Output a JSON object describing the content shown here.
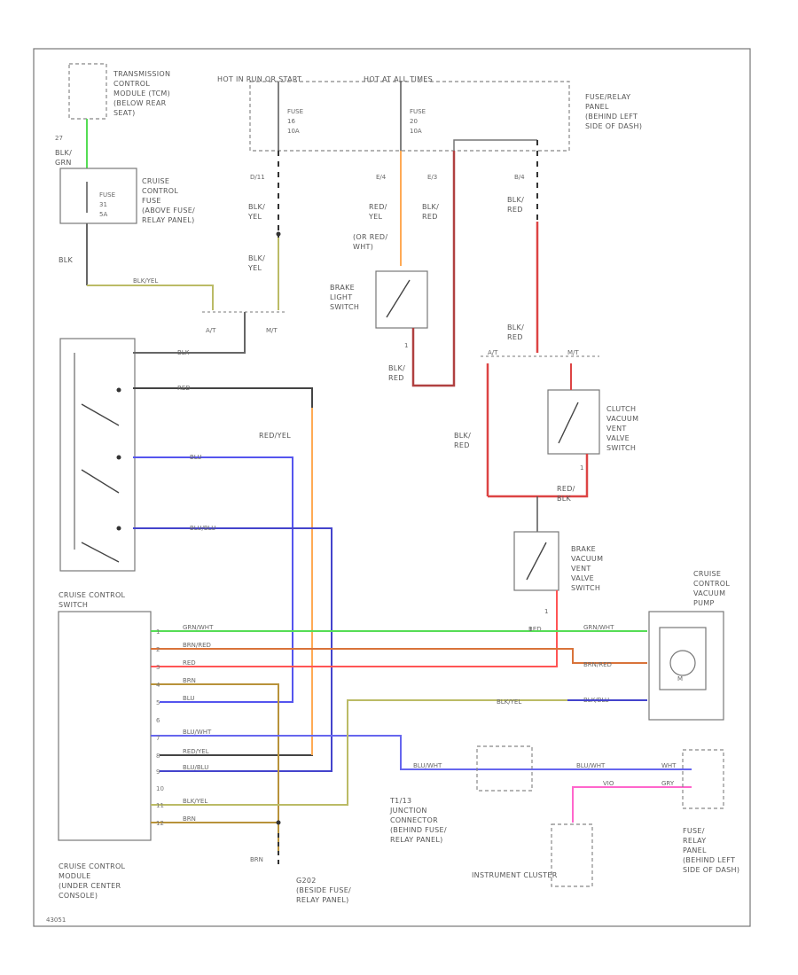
{
  "diagram": {
    "hot_label": "HOT IN RUN OR START",
    "hot_label2": "HOT AT ALL TIMES",
    "fuse_relay_panel": [
      "FUSE/RELAY",
      "PANEL",
      "(BEHIND LEFT",
      "SIDE OF DASH)"
    ],
    "tcm": [
      "TRANSMISSION",
      "CONTROL",
      "MODULE (TCM)",
      "(BELOW REAR",
      "SEAT)"
    ],
    "fuse_a": [
      "FUSE",
      "16",
      "10A"
    ],
    "fuse_b": [
      "FUSE",
      "20",
      "10A"
    ],
    "fuse_c": [
      "FUSE",
      "31",
      "5A"
    ],
    "cruise_fuse": [
      "CRUISE",
      "CONTROL",
      "FUSE",
      "(ABOVE FUSE/",
      "RELAY PANEL)"
    ],
    "brake_light_switch": [
      "BRAKE",
      "LIGHT",
      "SWITCH"
    ],
    "clutch_switch": [
      "CLUTCH",
      "VACUUM",
      "VENT",
      "VALVE",
      "SWITCH"
    ],
    "brake_vac_switch": [
      "BRAKE",
      "VACUUM",
      "VENT",
      "VALVE",
      "SWITCH"
    ],
    "cruise_pump": [
      "CRUISE",
      "CONTROL",
      "VACUUM",
      "PUMP"
    ],
    "cruise_switch": [
      "CRUISE CONTROL",
      "SWITCH"
    ],
    "cruise_module": [
      "CRUISE CONTROL",
      "MODULE",
      "(UNDER CENTER",
      "CONSOLE)"
    ],
    "junction": [
      "T1/13",
      "JUNCTION",
      "CONNECTOR",
      "(BEHIND FUSE/",
      "RELAY PANEL)"
    ],
    "ground": [
      "G202",
      "(BESIDE FUSE/",
      "RELAY PANEL)"
    ],
    "instrument_cluster": "INSTRUMENT CLUSTER",
    "fuse_panel2": [
      "FUSE/",
      "RELAY",
      "PANEL",
      "(BEHIND LEFT",
      "SIDE OF DASH)"
    ],
    "at": "A/T",
    "mt": "M/T",
    "at2": "A/T",
    "mt2": "M/T",
    "footer_code": "43051",
    "wires": {
      "blk_grn": [
        "BLK/",
        "GRN"
      ],
      "blk": "BLK",
      "blk_yel_1": [
        "BLK/",
        "YEL"
      ],
      "blk_yel_2": [
        "BLK/",
        "YEL"
      ],
      "red_yel": [
        "RED/",
        "YEL"
      ],
      "or_red_wht": [
        "(OR RED/",
        "WHT)"
      ],
      "blk_red_1": [
        "BLK/",
        "RED"
      ],
      "blk_red_2": [
        "BLK/",
        "RED"
      ],
      "blk_red_3": [
        "BLK/",
        "RED"
      ],
      "blk_red_4": [
        "BLK/",
        "RED"
      ],
      "blk_red_5": [
        "BLK/",
        "RED"
      ],
      "red_blk": [
        "RED/",
        "BLK"
      ],
      "red_yel_side": "RED/YEL",
      "red": "RED",
      "brn": "BRN",
      "t_blk_yel": "BLK/YEL",
      "sw_blk": "BLK",
      "sw_red": "RED",
      "sw_blu": "BLU",
      "sw_blublu": "BLU/BLU"
    },
    "pins_left": [
      "1",
      "2",
      "3",
      "4",
      "5",
      "6",
      "7",
      "8",
      "9",
      "10",
      "11",
      "12"
    ],
    "module_wires": [
      "GRN/WHT",
      "BRN/RED",
      "RED",
      "BRN",
      "BLU",
      "",
      "BLU/WHT",
      "RED/YEL",
      "BLU/BLU",
      "",
      "BLK/YEL",
      "BRN"
    ],
    "pump_wires": [
      "GRN/WHT",
      "BRN/RED",
      "BLK/BLU"
    ],
    "pump_pin": "1",
    "t_blu_wht": "BLU/WHT",
    "t_blu_wht2": "BLU/WHT",
    "vio": "VIO",
    "wht": "WHT",
    "gry": "GRY",
    "e_codes": [
      "D/11",
      "E/4",
      "E/3",
      "B/4"
    ]
  },
  "colors": {
    "grn_wht": "#55dd55",
    "brn_red": "#d9733a",
    "red": "#ff5555",
    "brn": "#b8923a",
    "blu": "#5555ee",
    "blu_wht": "#6666ee",
    "red_yel": "#ffaa55",
    "blu_blu": "#4444cc",
    "blk_yel": "#bbbb66",
    "dark_red": "#b04040",
    "pink": "#ff66cc",
    "yellow": "#dddd66"
  }
}
